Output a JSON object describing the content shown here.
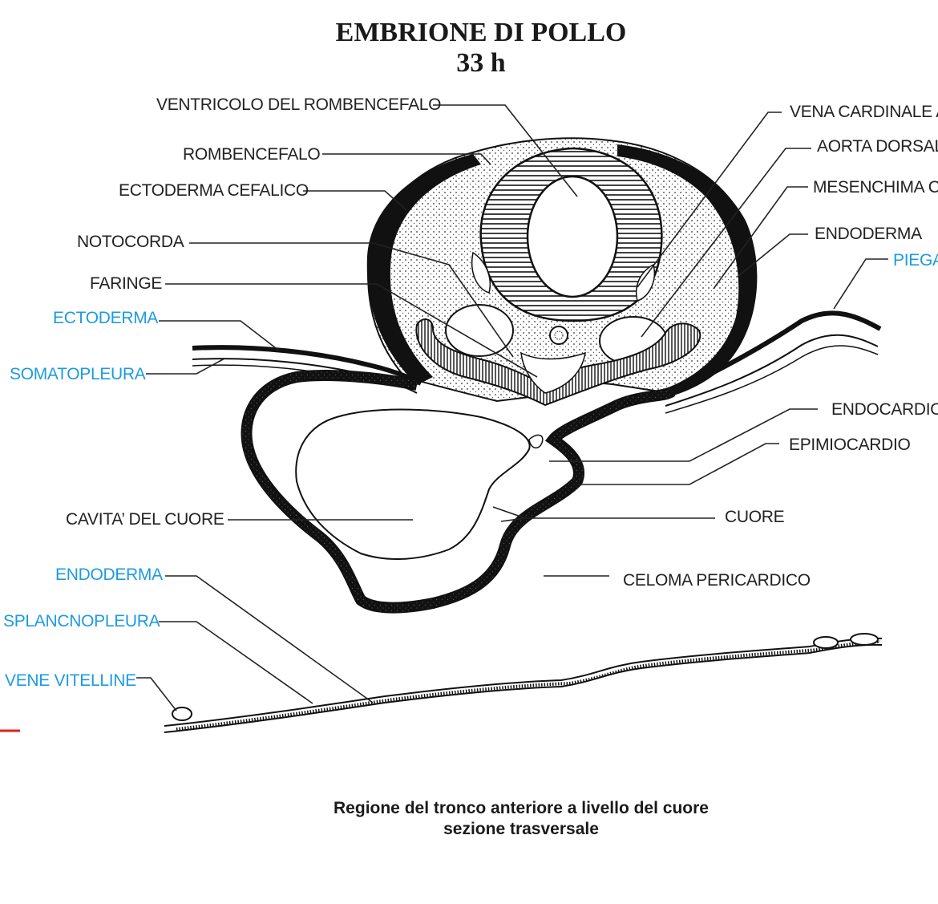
{
  "title": {
    "line1": "EMBRIONE DI POLLO",
    "line2": "33 h"
  },
  "labels": {
    "ventricolo": "VENTRICOLO DEL ROMBENCEFALO",
    "rombencefalo": "ROMBENCEFALO",
    "ectoderma_cefalico": "ECTODERMA CEFALICO",
    "notocorda": "NOTOCORDA",
    "faringe": "FARINGE",
    "ectoderma": "ECTODERMA",
    "somatopleura": "SOMATOPLEURA",
    "cavita_cuore": "CAVITA’ DEL CUORE",
    "endoderma_left": "ENDODERMA",
    "splancnopleura": "SPLANCNOPLEURA",
    "vene_vitelline": "VENE VITELLINE",
    "vena_cardinale": "VENA CARDINALE A",
    "aorta_dorsale": "AORTA DORSAL",
    "mesenchima": "MESENCHIMA CE",
    "endoderma_right": "ENDODERMA",
    "piega": "PIEGA",
    "endocardio": "ENDOCARDIO",
    "epimiocardio": "EPIMIOCARDIO",
    "cuore": "CUORE",
    "celoma": "CELOMA PERICARDICO"
  },
  "caption": {
    "line1": "Regione del tronco anteriore a livello del cuore",
    "line2": "sezione trasversale"
  },
  "colors": {
    "text": "#222222",
    "highlight_label": "#1d9be0",
    "accent_mark": "#e02020"
  }
}
